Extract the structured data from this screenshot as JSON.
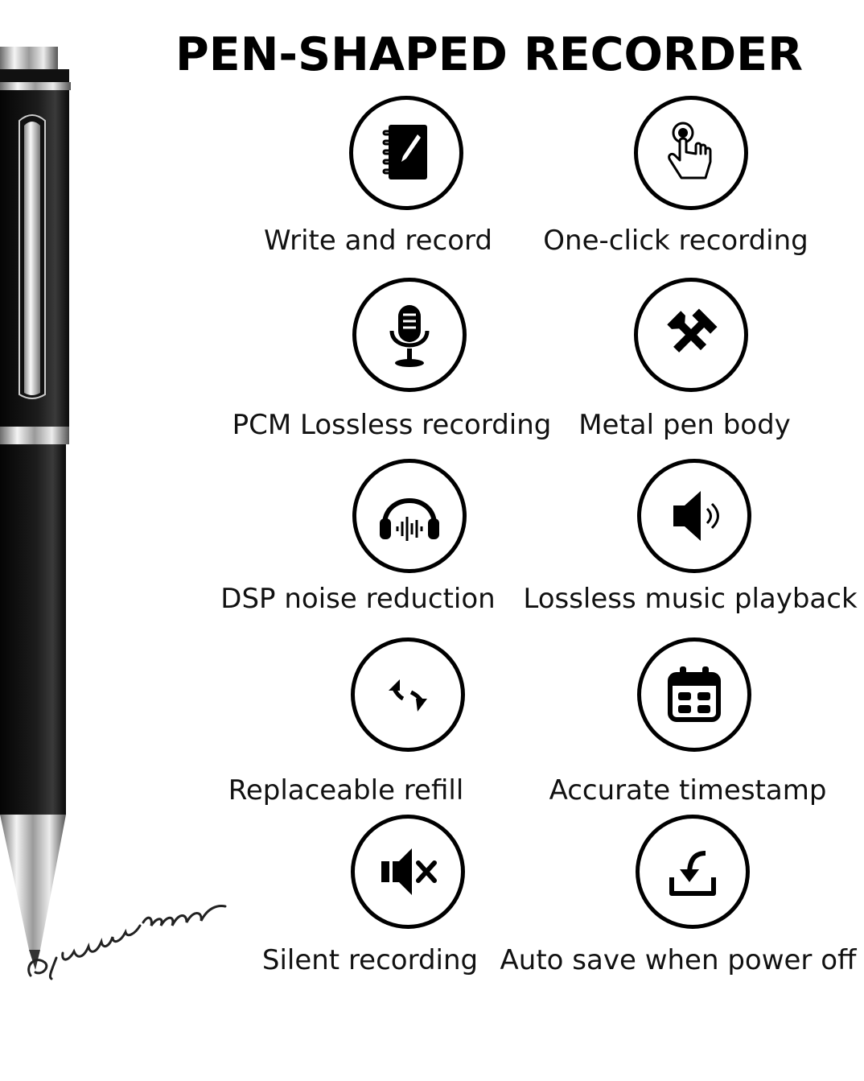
{
  "title": "PEN-SHAPED RECORDER",
  "features": [
    {
      "label": "Write and record",
      "icon": "notebook-pen-icon"
    },
    {
      "label": "One-click recording",
      "icon": "finger-press-icon"
    },
    {
      "label": "PCM Lossless recording",
      "icon": "microphone-icon"
    },
    {
      "label": "Metal pen body",
      "icon": "hammer-wrench-icon"
    },
    {
      "label": "DSP noise reduction",
      "icon": "headphones-waveform-icon"
    },
    {
      "label": "Lossless music playback",
      "icon": "speaker-icon"
    },
    {
      "label": "Replaceable refill",
      "icon": "swap-arrows-icon"
    },
    {
      "label": "Accurate timestamp",
      "icon": "calendar-icon"
    },
    {
      "label": "Silent recording",
      "icon": "speaker-mute-icon"
    },
    {
      "label": "Auto save when power off",
      "icon": "download-save-icon"
    }
  ],
  "signature": "epilum"
}
